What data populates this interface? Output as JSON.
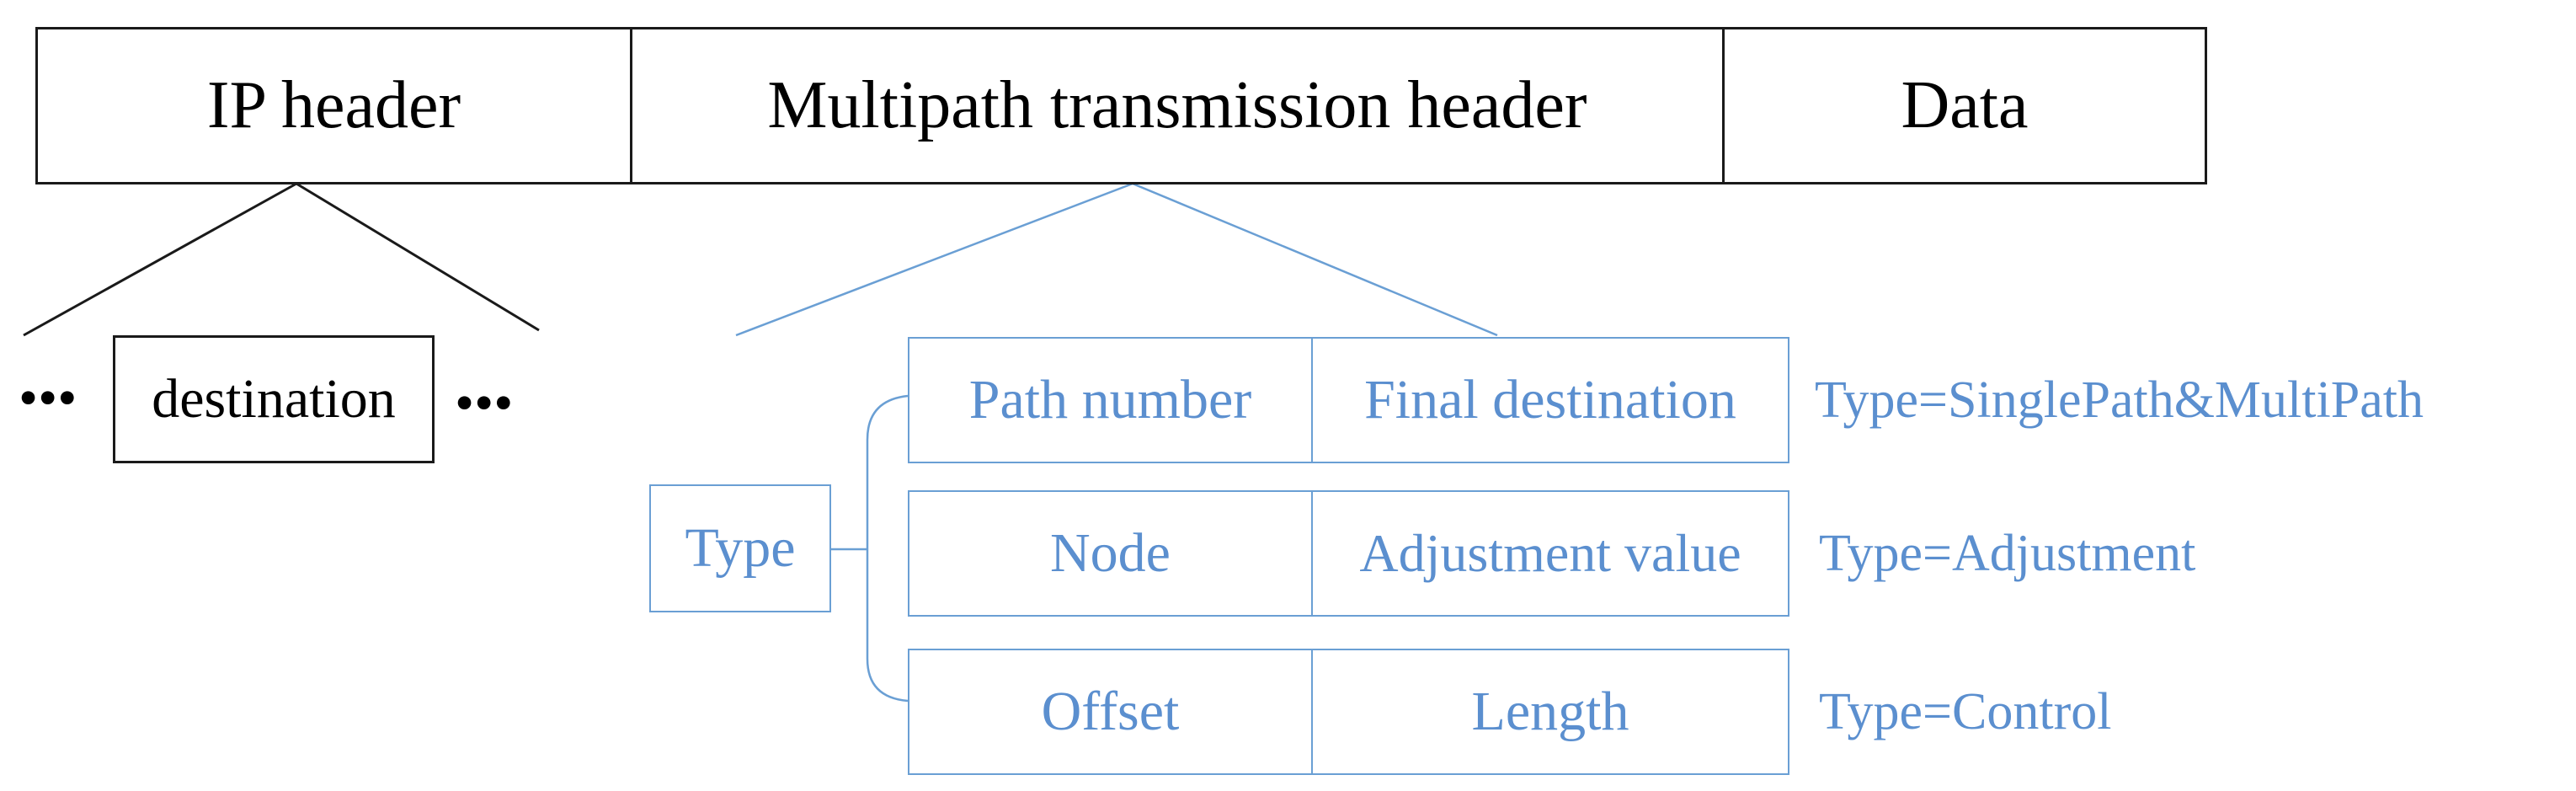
{
  "packet": {
    "fields": [
      "IP header",
      "Multipath transmission header",
      "Data"
    ]
  },
  "ip_detail": {
    "left_ellipsis": "•••",
    "field": "destination",
    "right_ellipsis": "•••"
  },
  "multipath_detail": {
    "type_label": "Type",
    "rows": [
      {
        "left": "Path number",
        "right": "Final destination",
        "condition": "Type=SinglePath&MultiPath"
      },
      {
        "left": "Node",
        "right": "Adjustment value",
        "condition": "Type=Adjustment"
      },
      {
        "left": "Offset",
        "right": "Length",
        "condition": "Type=Control"
      }
    ]
  },
  "colors": {
    "outline": "#1a1a1a",
    "accent_line": "#6a9fd4",
    "accent_text": "#5b8fcf"
  }
}
